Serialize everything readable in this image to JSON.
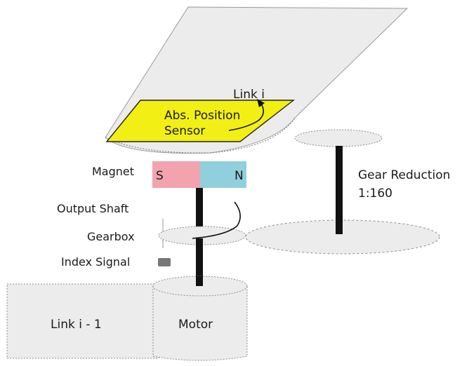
{
  "diagram": {
    "labels": {
      "link_i": "Link i",
      "sensor_line1": "Abs. Position",
      "sensor_line2": "Sensor",
      "magnet": "Magnet",
      "magnet_s": "S",
      "magnet_n": "N",
      "output_shaft": "Output Shaft",
      "gearbox": "Gearbox",
      "index_signal": "Index Signal",
      "gear_reduction_line1": "Gear Reduction",
      "gear_reduction_line2": "1:160",
      "link_i_minus_1": "Link i - 1",
      "motor": "Motor"
    },
    "colors": {
      "sensor_fill": "#f2ef14",
      "magnet_south": "#f2a3ad",
      "magnet_north": "#8fd0dc",
      "shaft": "#111111",
      "body_fill": "#ececec",
      "outline": "#8c8c8c"
    }
  }
}
